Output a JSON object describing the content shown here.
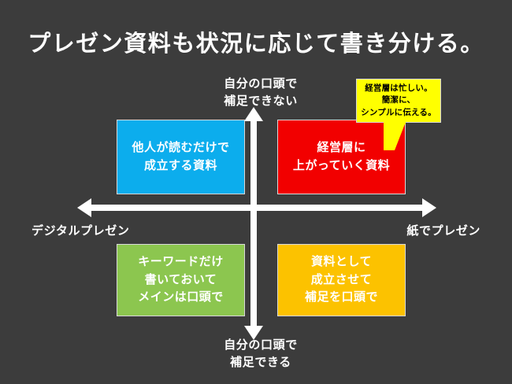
{
  "slide": {
    "background_color": "#3c3c3c",
    "title": "プレゼン資料も状況に応じて書き分ける。"
  },
  "axes": {
    "vertical": {
      "top_label": "自分の口頭で\n補足できない",
      "bottom_label": "自分の口頭で\n補足できる",
      "color": "#ffffff"
    },
    "horizontal": {
      "left_label": "デジタルプレゼン",
      "right_label": "紙でプレゼン",
      "color": "#ffffff"
    }
  },
  "quadrants": [
    {
      "id": "top-left",
      "text": "他人が読むだけで\n成立する資料",
      "color": "#0caded",
      "text_color": "#ffffff"
    },
    {
      "id": "top-right",
      "text": "経営層に\n上がっていく資料",
      "color": "#f20000",
      "text_color": "#ffffff"
    },
    {
      "id": "bottom-left",
      "text": "キーワードだけ\n書いておいて\nメインは口頭で",
      "color": "#8cc64f",
      "text_color": "#ffffff"
    },
    {
      "id": "bottom-right",
      "text": "資料として\n成立させて\n補足を口頭で",
      "color": "#fcc200",
      "text_color": "#ffffff"
    }
  ],
  "callout": {
    "text": "経営層は忙しい。\n簡潔に、\nシンプルに伝える。",
    "color": "#ffff00",
    "text_color": "#000000"
  }
}
